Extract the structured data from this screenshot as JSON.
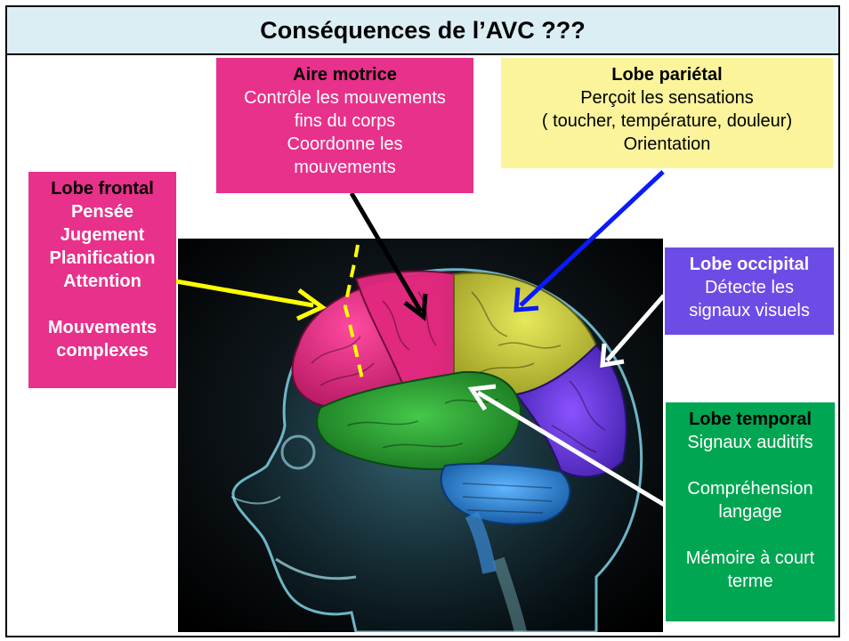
{
  "title": "Conséquences de l’AVC ???",
  "motor_area": {
    "heading": "Aire motrice",
    "lines": [
      "Contrôle les mouvements",
      "fins du corps",
      "Coordonne les",
      "mouvements"
    ]
  },
  "parietal_lobe": {
    "heading": "Lobe pariétal",
    "lines": [
      "Perçoit les sensations",
      "( toucher, température, douleur)",
      "Orientation"
    ]
  },
  "frontal_lobe": {
    "heading": "Lobe frontal",
    "lines": [
      "Pensée",
      "Jugement",
      "Planification",
      "Attention",
      "Mouvements",
      "complexes"
    ]
  },
  "occipital_lobe": {
    "heading": "Lobe occipital",
    "lines": [
      "Détecte les",
      "signaux visuels"
    ]
  },
  "temporal_lobe": {
    "heading": "Lobe temporal",
    "lines": [
      "Signaux auditifs",
      "Compréhension",
      "langage",
      "Mémoire à court",
      "terme"
    ]
  },
  "colors": {
    "frontal": "#e8318a",
    "motor": "#e8318a",
    "parietal": "#fbf49b",
    "occipital": "#6d4ce6",
    "temporal": "#00a651",
    "title_bg": "#dbeef3"
  }
}
